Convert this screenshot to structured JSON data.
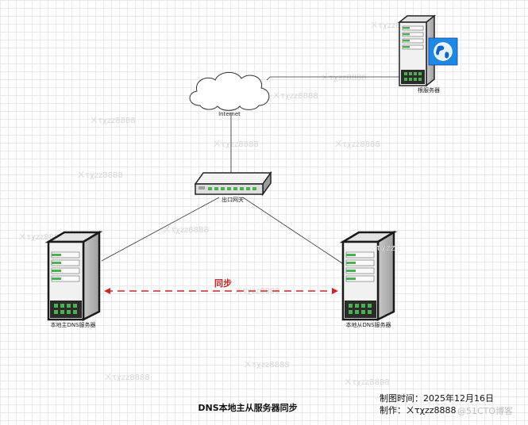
{
  "diagram": {
    "title": "DNS本地主从服务器同步",
    "nodes": {
      "internet": "Internet",
      "root_server": "根服务器",
      "gateway": "出口网关",
      "master_dns": "本地主DNS服务器",
      "slave_dns": "本地从DNS服务器"
    },
    "edge_labels": {
      "sync": "同步"
    },
    "footer": {
      "date_line": "制图时间：2025年12月16日",
      "author_line": "制作：ㄨτχzz8888"
    },
    "watermark": "ㄨτχzz8888",
    "overlay_text": "τχzz",
    "corner_watermark": "@51CTO博客",
    "colors": {
      "sync_arrow": "#c62828",
      "server_led": "#4caf50",
      "globe": "#1e88e5"
    }
  }
}
